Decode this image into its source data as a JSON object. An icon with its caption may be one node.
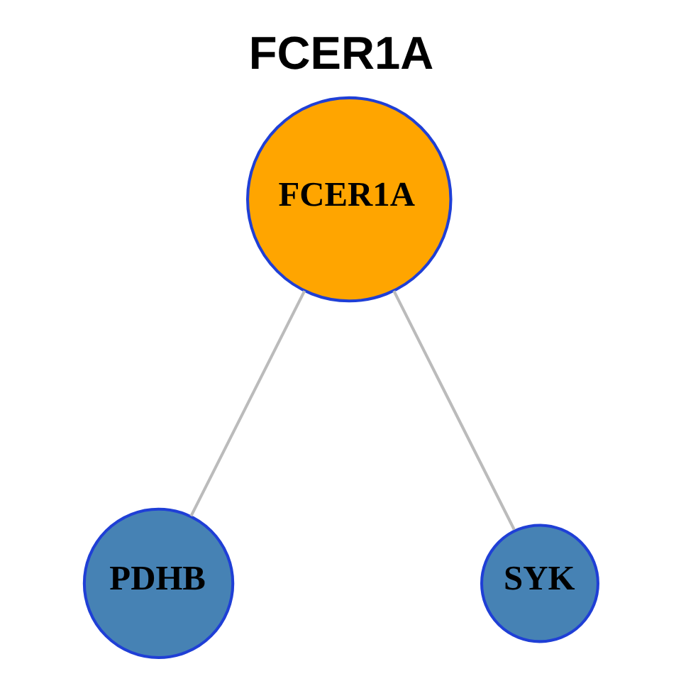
{
  "diagram": {
    "title": "FCER1A",
    "nodes": [
      {
        "text": [
          "FCER1A"
        ]
      },
      {
        "text": [
          "PDHB"
        ]
      },
      {
        "text": [
          "SYK"
        ]
      }
    ],
    "edges": [
      {
        "from": 0,
        "to": 1,
        "arrow": "none"
      },
      {
        "from": 0,
        "to": 2,
        "arrow": "none"
      }
    ]
  }
}
